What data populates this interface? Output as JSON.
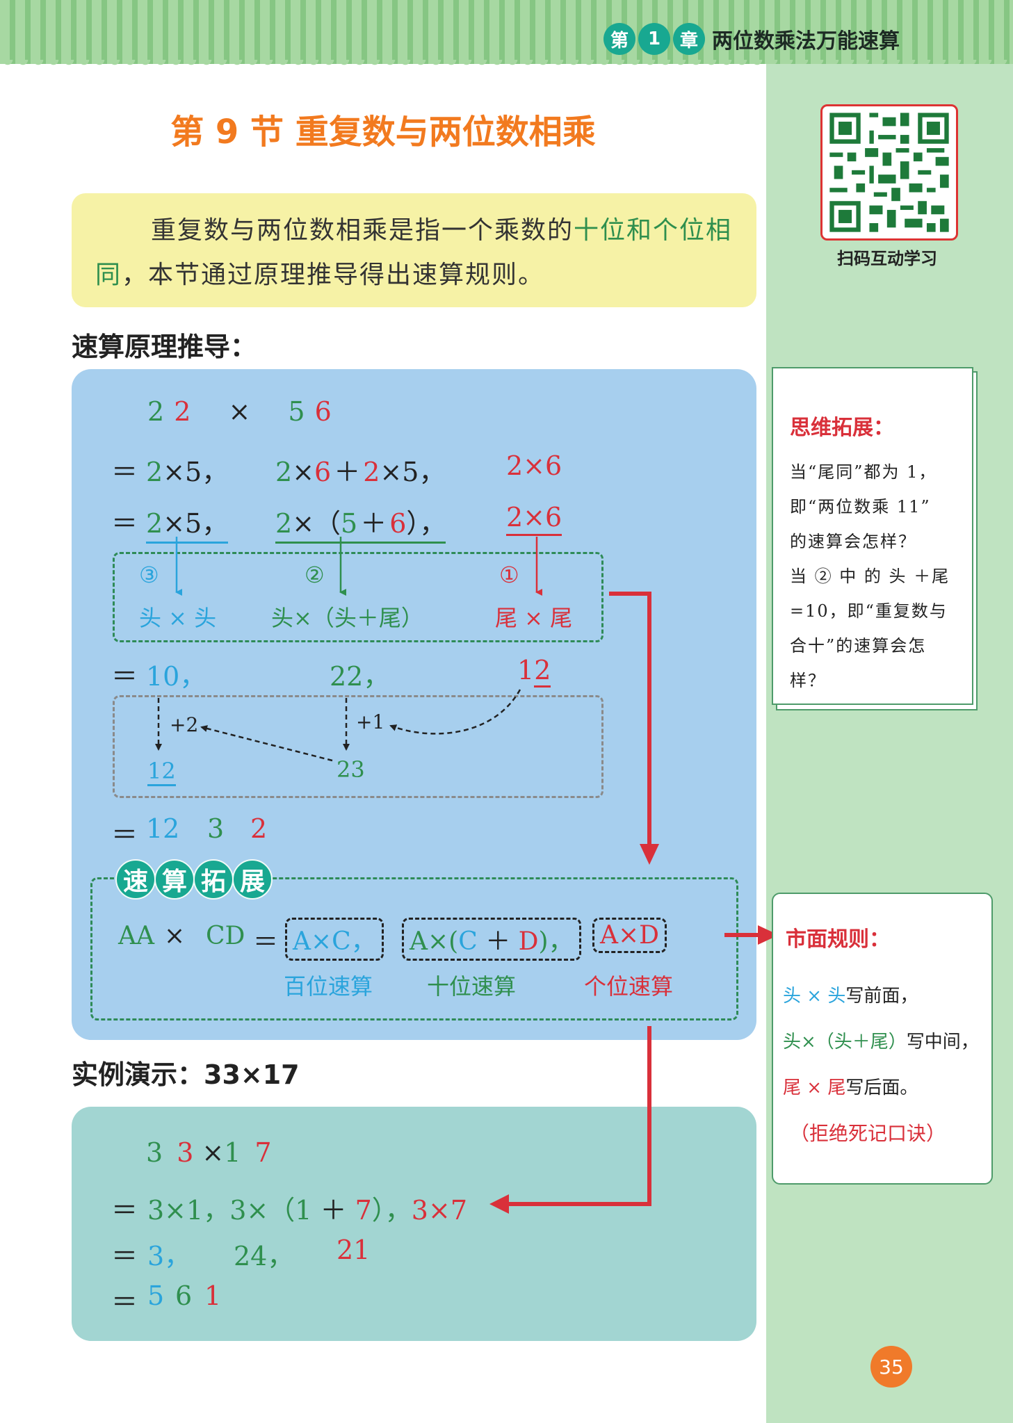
{
  "header": {
    "chapter_prefix": "第",
    "chapter_no": "1",
    "chapter_suffix": "章",
    "chapter_title": "两位数乘法万能速算"
  },
  "section_title": "第 9 节  重复数与两位数相乘",
  "intro": {
    "part1": "重复数与两位数相乘是指一个乘数的",
    "highlight1": "十位和个",
    "highlight2": "位相同",
    "part2": "，本节通过原理推导得出速算规则。"
  },
  "derivation": {
    "heading": "速算原理推导：",
    "line1": {
      "a": "2",
      "b": "2",
      "op": "×",
      "c": "5",
      "d": "6"
    },
    "line2": {
      "eq": "＝",
      "t1a": "2",
      "t1b": "×5，",
      "t2a": "2",
      "t2b": "×",
      "t2c": "6",
      "t2d": "＋",
      "t2e": "2",
      "t2f": "×5，",
      "t3": "2×6"
    },
    "line3": {
      "eq": "＝",
      "t1a": "2",
      "t1b": "×5，",
      "t2a": "2",
      "t2b": "×（",
      "t2c": "5",
      "t2d": "＋",
      "t2e": "6",
      "t2f": "），",
      "t3": "2×6"
    },
    "labels": [
      {
        "num": "③",
        "text": "头 × 头"
      },
      {
        "num": "②",
        "text": "头×（头＋尾）"
      },
      {
        "num": "①",
        "text": "尾 × 尾"
      }
    ],
    "line4": {
      "eq": "＝",
      "v1": "10，",
      "v2": "22，",
      "v3a": "1",
      "v3b": "2"
    },
    "carry": {
      "c1": "+2",
      "c2": "+1",
      "r1": "12",
      "r2a": "23",
      "r2b": ""
    },
    "line5": {
      "eq": "＝",
      "v1": "12",
      "v2": "3",
      "v3": "2"
    }
  },
  "extension": {
    "badge": [
      "速",
      "算",
      "拓",
      "展"
    ],
    "formula": {
      "aa": "AA",
      "times": "×",
      "cd": "CD",
      "eq": "＝",
      "k1": "A×C，",
      "k2a": "A×(",
      "k2b": "C",
      "k2c": " ＋ ",
      "k2d": "D",
      "k2e": ")，",
      "k3": "A×D"
    },
    "labels": [
      "百位速算",
      "十位速算",
      "个位速算"
    ]
  },
  "example": {
    "heading": "实例演示：33×17",
    "line1": {
      "a": "3",
      "b": "3",
      "op": "×",
      "c": "1",
      "d": "7"
    },
    "line2": {
      "eq": "＝",
      "p1": "3×1，",
      "p2a": "3×（",
      "p2b": "1",
      "p2c": " ＋ ",
      "p2d": "7",
      "p2e": "），",
      "p3": "3×7"
    },
    "line3": {
      "eq": "＝",
      "v1": "3，",
      "v2": "24，",
      "v3": "21"
    },
    "line4": {
      "eq": "＝",
      "v1": "5",
      "v2": "6",
      "v3": "1"
    }
  },
  "sidebar": {
    "qr_caption": "扫码互动学习",
    "think": {
      "title": "思维拓展：",
      "lines": [
        "当“尾同”都为 1，",
        "即“两位数乘 11”",
        "的速算会怎样？",
        "当 ② 中 的 头 ＋尾",
        "=10，即“重复数与",
        "合十”的速算会怎",
        "样？"
      ]
    },
    "market": {
      "title": "市面规则：",
      "r1a": "头 × 头",
      "r1b": "写前面，",
      "r2a": "头×（头＋尾）",
      "r2b": "写中间，",
      "r3a": "尾 × 尾",
      "r3b": "写后面。",
      "r4": "（拒绝死记口诀）"
    }
  },
  "page_number": "35",
  "colors": {
    "orange": "#f27a1f",
    "green": "#2f8f4e",
    "red": "#d9303a",
    "blue": "#2aa4dc",
    "teal": "#18a891"
  }
}
